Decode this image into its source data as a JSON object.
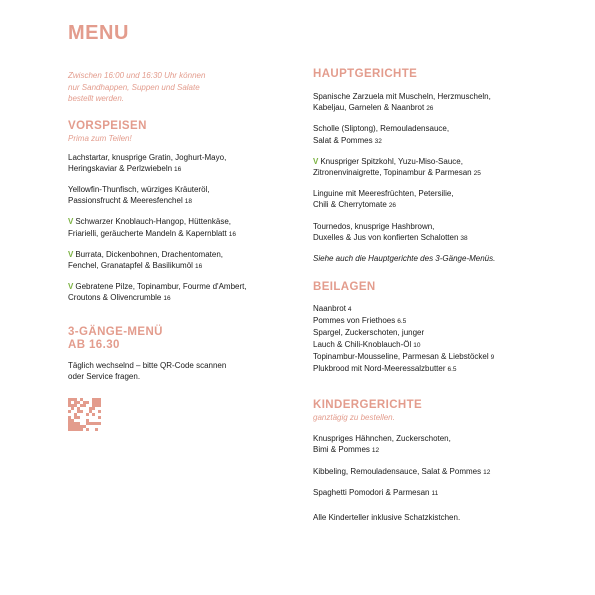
{
  "colors": {
    "accent": "#e39c8d",
    "veg": "#7bb241",
    "text": "#1a1a1a"
  },
  "title": "MENU",
  "intro": [
    "Zwischen 16:00 und 16:30 Uhr können",
    "nur Sandhappen, Suppen und Salate",
    "bestellt werden."
  ],
  "vorspeisen": {
    "heading": "VORSPEISEN",
    "sub": "Prima zum Teilen!",
    "items": [
      {
        "veg": false,
        "lines": [
          "Lachstartar, knusprige Gratin, Joghurt-Mayo,",
          "Heringskaviar & Perlzwiebeln"
        ],
        "price": "16"
      },
      {
        "veg": false,
        "lines": [
          "Yellowfin-Thunfisch, würziges Kräuteröl,",
          "Passionsfrucht & Meeresfenchel"
        ],
        "price": "18"
      },
      {
        "veg": true,
        "lines": [
          "Schwarzer Knoblauch-Hangop, Hüttenkäse,",
          "Friarielli, geräucherte Mandeln & Kapernblatt"
        ],
        "price": "16"
      },
      {
        "veg": true,
        "lines": [
          "Burrata, Dickenbohnen, Drachentomaten,",
          "Fenchel, Granatapfel & Basilikumöl"
        ],
        "price": "16"
      },
      {
        "veg": true,
        "lines": [
          "Gebratene Pilze, Topinambur, Fourme d'Ambert,",
          "Croutons & Olivencrumble"
        ],
        "price": "16"
      }
    ]
  },
  "gaenge": {
    "heading_line1": "3-GÄNGE-MENÜ",
    "heading_line2": "AB 16.30",
    "lines": [
      "Täglich wechselnd – bitte QR-Code scannen",
      "oder Service fragen."
    ]
  },
  "veg_mark": "V",
  "hauptgerichte": {
    "heading": "HAUPTGERICHTE",
    "items": [
      {
        "veg": false,
        "lines": [
          "Spanische Zarzuela mit Muscheln, Herzmuscheln,",
          "Kabeljau, Garnelen & Naanbrot"
        ],
        "price": "26"
      },
      {
        "veg": false,
        "lines": [
          "Scholle (Sliptong), Remouladensauce,",
          "Salat & Pommes"
        ],
        "price": "32"
      },
      {
        "veg": true,
        "lines": [
          "Knuspriger Spitzkohl, Yuzu-Miso-Sauce,",
          "Zitronenvinaigrette, Topinambur & Parmesan"
        ],
        "price": "25"
      },
      {
        "veg": false,
        "lines": [
          "Linguine mit Meeresfrüchten, Petersilie,",
          "Chili & Cherrytomate"
        ],
        "price": "26"
      },
      {
        "veg": false,
        "lines": [
          "Tournedos, knusprige Hashbrown,",
          "Duxelles & Jus von konfierten Schalotten"
        ],
        "price": "38"
      }
    ],
    "note": "Siehe auch die Hauptgerichte des 3-Gänge-Menüs."
  },
  "beilagen": {
    "heading": "BEILAGEN",
    "items": [
      {
        "text": "Naanbrot",
        "price": "4"
      },
      {
        "text": "Pommes von Friethoes",
        "price": "6.5"
      },
      {
        "text": "Spargel, Zuckerschoten, junger",
        "price": ""
      },
      {
        "text": "Lauch & Chili-Knoblauch-Öl",
        "price": "10"
      },
      {
        "text": "Topinambur-Mousseline, Parmesan & Liebstöckel",
        "price": "9"
      },
      {
        "text": "Plukbrood mit Nord-Meeressalzbutter",
        "price": "6.5"
      }
    ]
  },
  "kinder": {
    "heading": "KINDERGERICHTE",
    "sub": "ganztägig zu bestellen.",
    "items": [
      {
        "lines": [
          "Knuspriges Hähnchen, Zuckerschoten,",
          "Bimi & Pommes"
        ],
        "price": "12"
      },
      {
        "lines": [
          "Kibbeling, Remouladensauce, Salat & Pommes"
        ],
        "price": "12"
      },
      {
        "lines": [
          "Spaghetti Pomodori & Parmesan"
        ],
        "price": "11"
      }
    ],
    "footer": "Alle Kinderteller inklusive Schatzkistchen."
  }
}
